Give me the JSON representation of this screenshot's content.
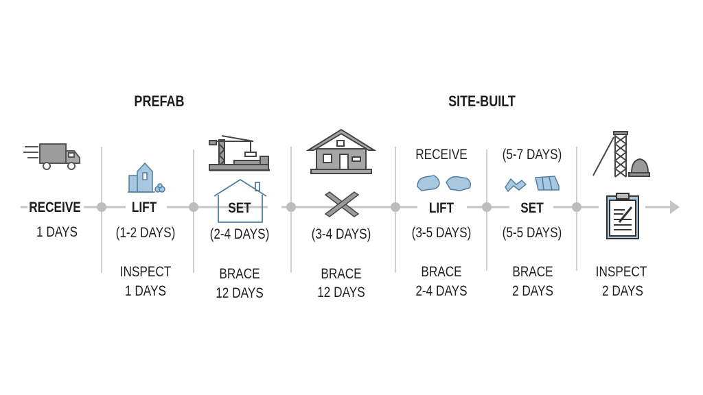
{
  "headers": {
    "prefab": "PREFAB",
    "site_built": "SITE-BUILT"
  },
  "steps": [
    {
      "main": "RECEIVE",
      "duration": "1 DAYS"
    },
    {
      "main": "LIFT",
      "duration": "(1-2 DAYS)",
      "sub": "INSPECT",
      "sub_duration": "1 DAYS"
    },
    {
      "main": "SET",
      "duration": "(2-4 DAYS)",
      "sub": "BRACE",
      "sub_duration": "12 DAYS"
    },
    {
      "duration": "(3-4 DAYS)",
      "sub": "BRACE",
      "sub_duration": "12 DAYS"
    },
    {
      "top": "RECEIVE",
      "main": "LIFT",
      "duration": "(3-5 DAYS)",
      "sub": "BRACE",
      "sub_duration": "2-4 DAYS"
    },
    {
      "top": "(5-7 DAYS)",
      "main": "SET",
      "duration": "(5-5 DAYS)",
      "sub": "BRACE",
      "sub_duration": "2 DAYS"
    },
    {
      "sub": "INSPECT",
      "sub_duration": "2 DAYS"
    }
  ],
  "colors": {
    "line": "#c4c4c4",
    "icon_gray": "#5a5a5a",
    "icon_blue": "#a9c8e0",
    "icon_blue_stroke": "#4d7ea3"
  }
}
